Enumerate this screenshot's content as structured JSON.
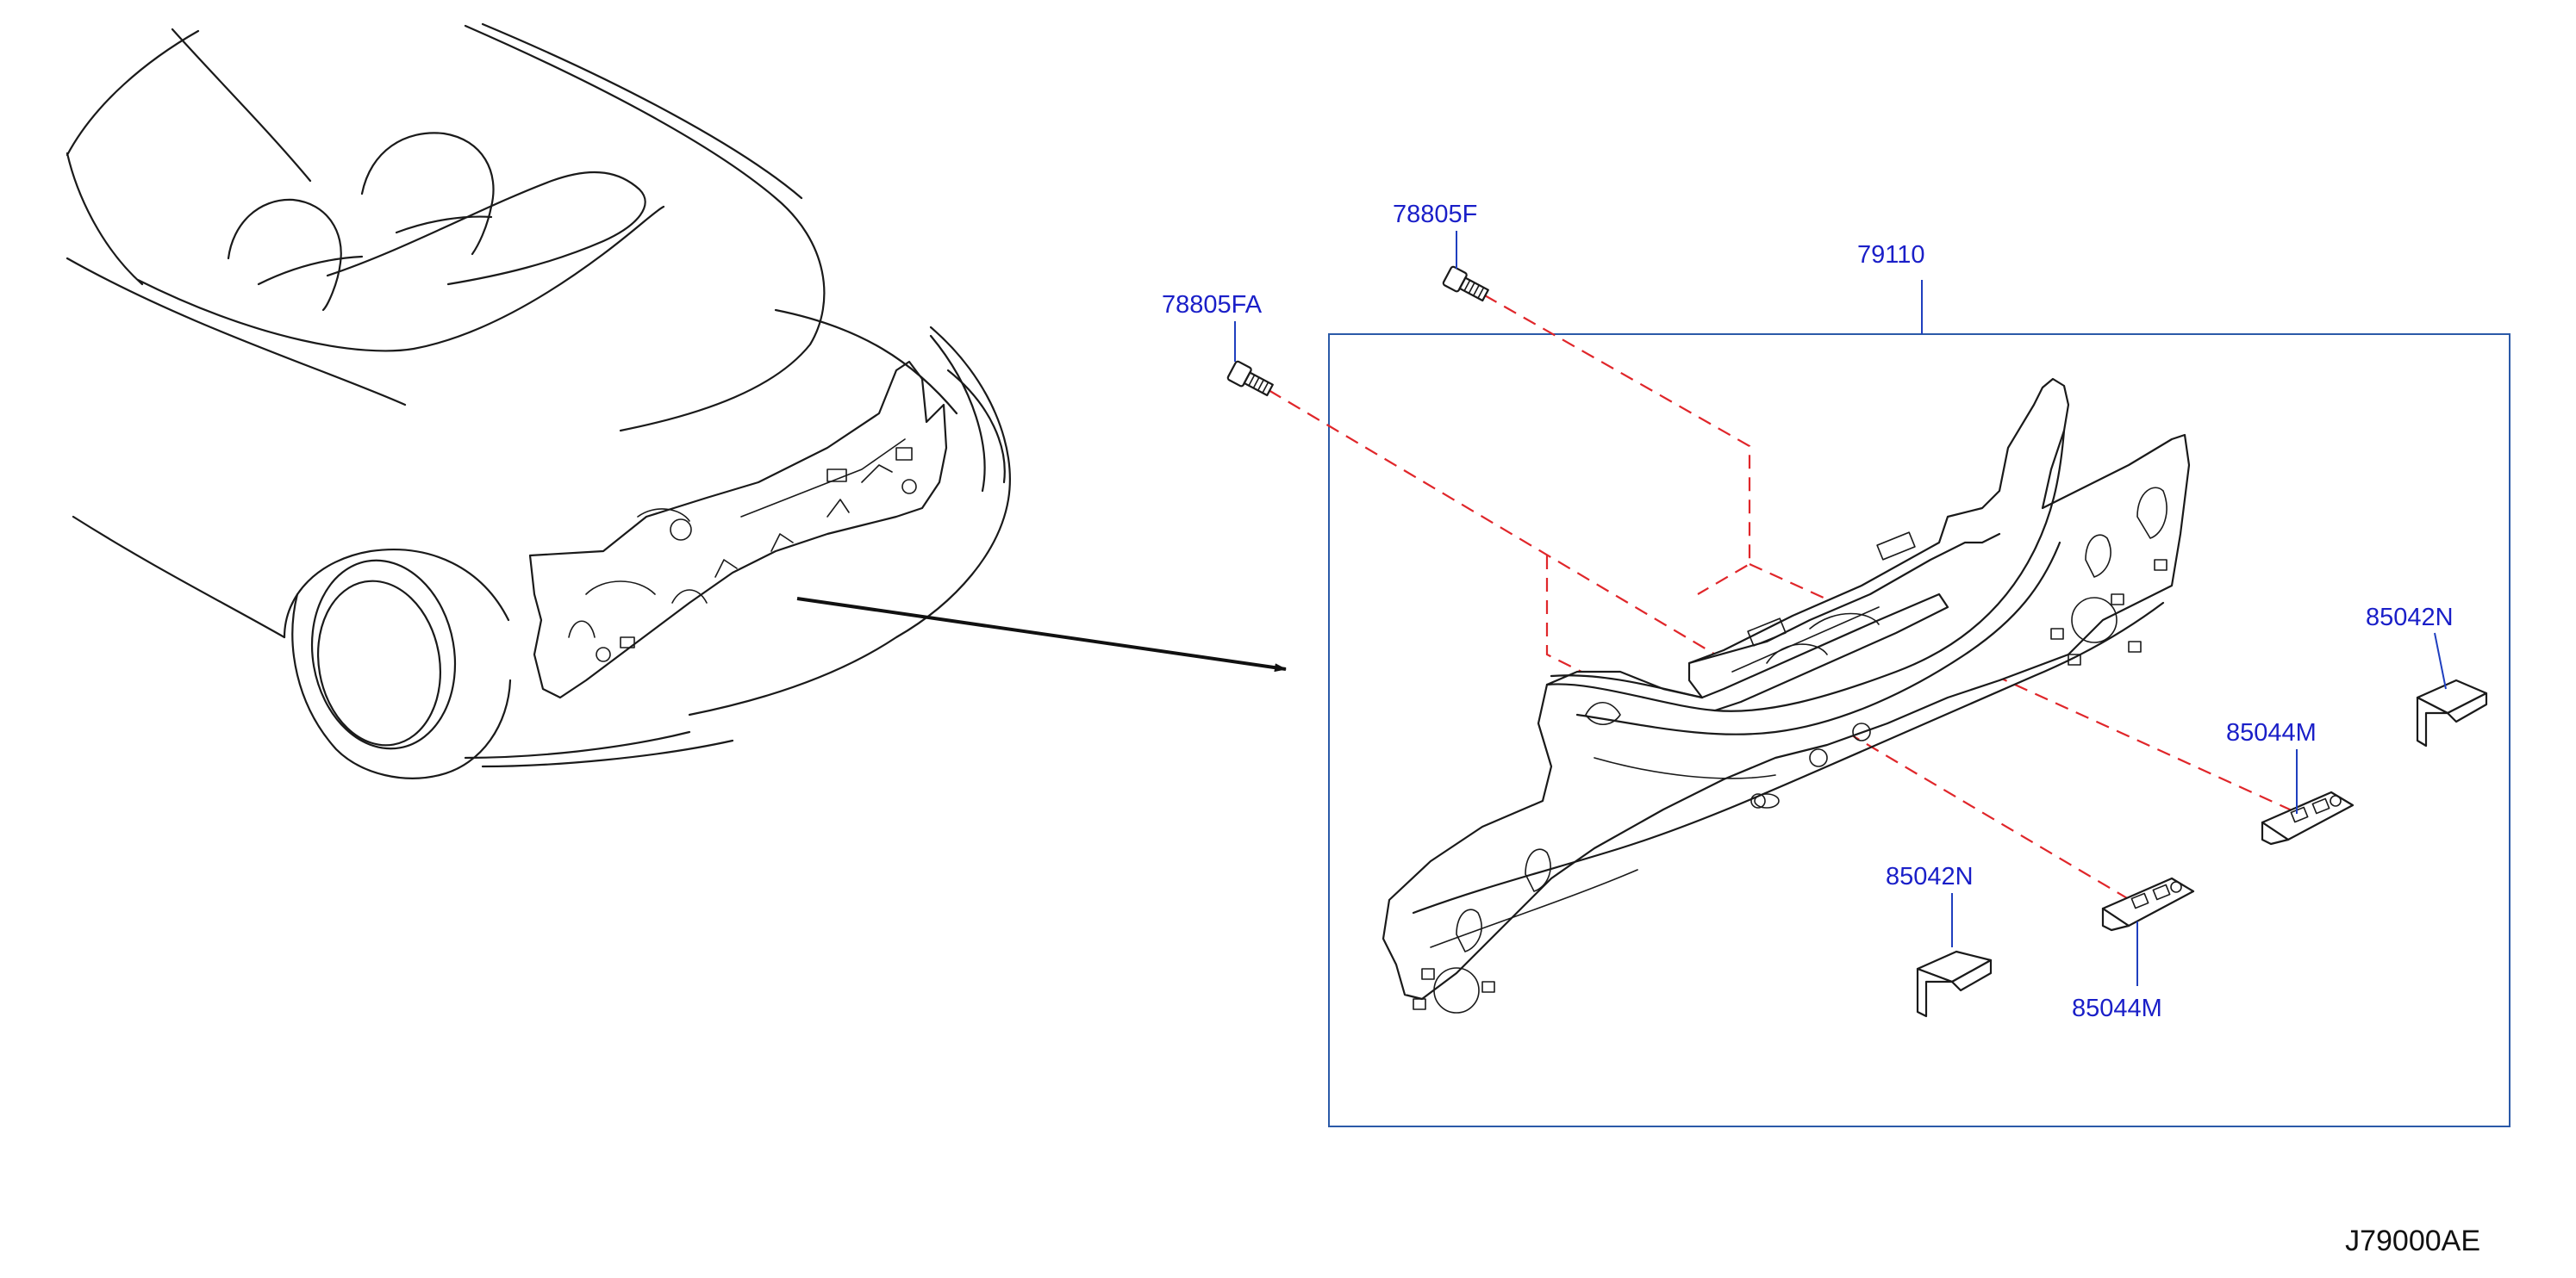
{
  "callouts": {
    "bolt_fa": "78805FA",
    "bolt_f": "78805F",
    "panel": "79110",
    "bracket_m_lower": "85044M",
    "bracket_m_right": "85044M",
    "cap_n_lower": "85042N",
    "cap_n_right": "85042N"
  },
  "diagram_code": "J79000AE",
  "colors": {
    "callout_text": "#1a1fc8",
    "frame": "#2b5aa8",
    "dashed_lines": "#e0262a"
  }
}
